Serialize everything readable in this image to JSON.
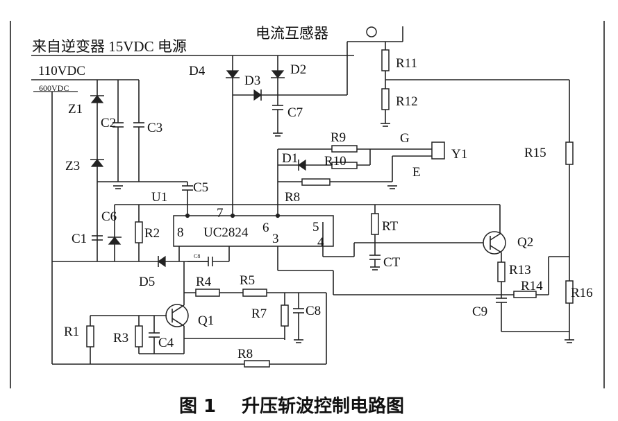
{
  "labels": {
    "source_15v": "来自逆变器 15VDC 电源",
    "current_transformer": "电流互感器",
    "v110": "110VDC",
    "v600": "600VDC",
    "z1": "Z1",
    "z3": "Z3",
    "c2": "C2",
    "c3": "C3",
    "c1": "C1",
    "c6": "C6",
    "c4": "C4",
    "c5": "C5",
    "c7": "C7",
    "c8": "C8",
    "c9": "C9",
    "cb": "C8",
    "d2": "D2",
    "d3": "D3",
    "d4": "D4",
    "d1": "D1",
    "d5": "D5",
    "r1": "R1",
    "r2": "R2",
    "r3": "R3",
    "r4": "R4",
    "r5": "R5",
    "r7": "R7",
    "r8_top": "R8",
    "r8_bottom": "R8",
    "r9": "R9",
    "r10": "R10",
    "r11": "R11",
    "r12": "R12",
    "r13": "R13",
    "r14": "R14",
    "r15": "R15",
    "r16": "R16",
    "rt": "RT",
    "ct": "CT",
    "g": "G",
    "e": "E",
    "y1": "Y1",
    "u1": "U1",
    "ic": "UC2824",
    "pin8": "8",
    "pin7": "7",
    "pin6": "6",
    "pin3": "3",
    "pin5": "5",
    "pin4": "4",
    "q1": "Q1",
    "q2": "Q2"
  },
  "caption": {
    "figure": "图 1",
    "title": "升压斩波控制电路图"
  }
}
